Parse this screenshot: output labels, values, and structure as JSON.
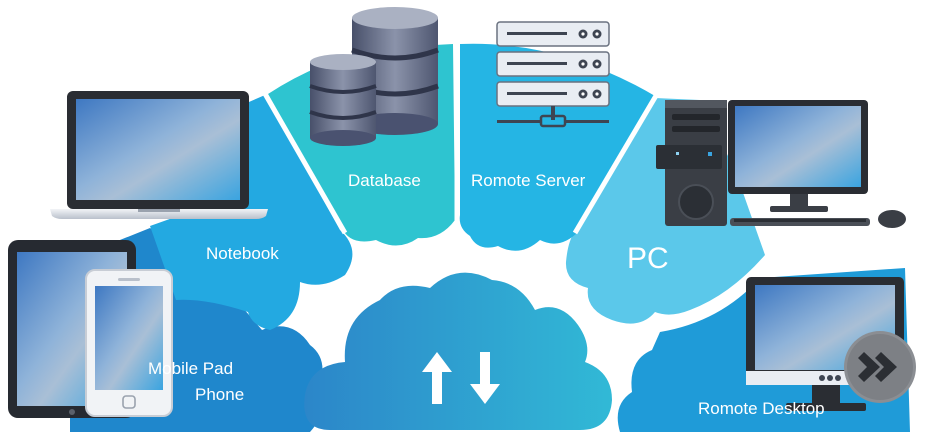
{
  "segments": {
    "mobile": {
      "line1": "Mobile Pad",
      "line2": "Phone",
      "color": "#1f87cc"
    },
    "notebook": {
      "label": "Notebook",
      "color": "#23a9e1"
    },
    "database": {
      "label": "Database",
      "color": "#2ec4d0"
    },
    "server": {
      "label": "Romote Server",
      "color": "#25b5e4"
    },
    "pc": {
      "label": "PC",
      "color": "#5bc8ea"
    },
    "desktop": {
      "label": "Romote Desktop",
      "color": "#1f9bd8"
    }
  },
  "center": {
    "icon": "up-down-arrows-icon",
    "colors": [
      "#2c86c9",
      "#31b9d6"
    ]
  },
  "icons": {
    "laptop": "laptop-icon",
    "tablet": "tablet-icon",
    "phone": "phone-icon",
    "database": "database-icon",
    "server": "server-rack-icon",
    "pc": "desktop-pc-icon",
    "remote_monitor": "monitor-icon",
    "forward": "fast-forward-icon"
  }
}
